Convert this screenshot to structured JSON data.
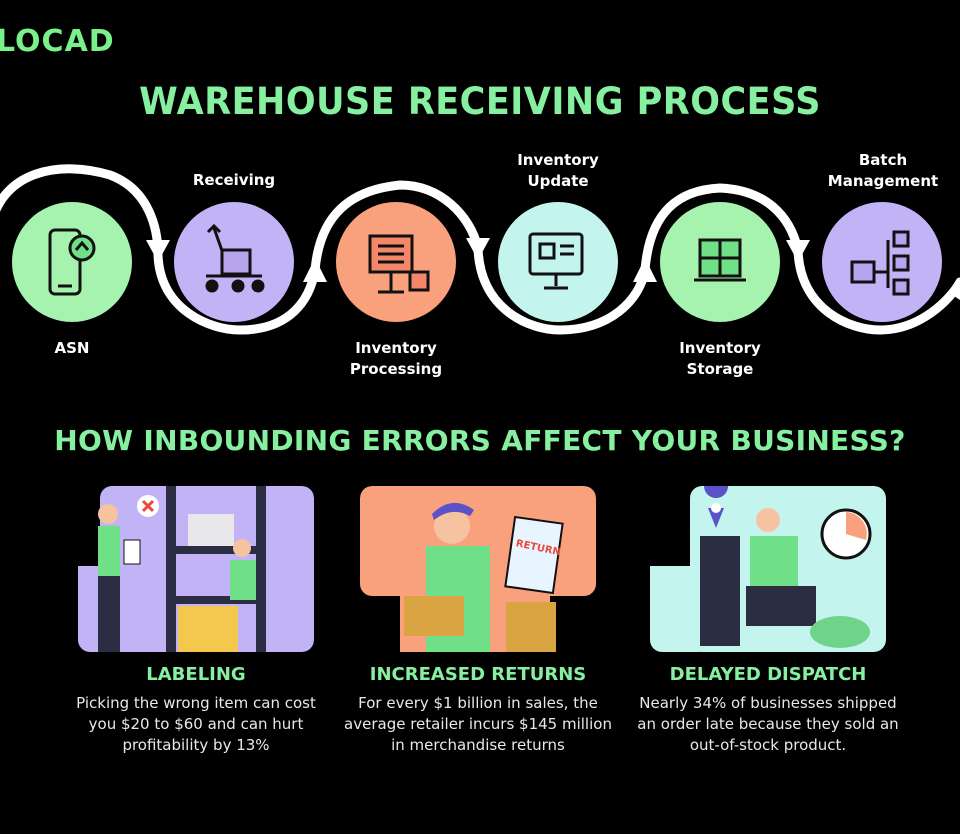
{
  "brand": {
    "logo": "LOCAD"
  },
  "header": {
    "title": "WAREHOUSE RECEIVING PROCESS"
  },
  "process": {
    "steps": [
      {
        "label": "ASN",
        "icon": "smartphone-icon",
        "color": "#a6f3b0"
      },
      {
        "label": "Receiving",
        "icon": "pallet-jack-icon",
        "color": "#c2b3f7"
      },
      {
        "label": "Inventory Processing",
        "icon": "computer-terminal-icon",
        "color": "#f9a07d"
      },
      {
        "label": "Inventory Update",
        "icon": "monitor-icon",
        "color": "#c3f5ee"
      },
      {
        "label": "Inventory Storage",
        "icon": "stacked-boxes-icon",
        "color": "#a6f3b0"
      },
      {
        "label": "Batch Management",
        "icon": "box-network-icon",
        "color": "#c2b3f7"
      }
    ]
  },
  "section": {
    "title": "HOW INBOUNDING ERRORS AFFECT YOUR BUSINESS?"
  },
  "cards": [
    {
      "title": "LABELING",
      "text": "Picking the wrong item can cost you $20 to $60 and can hurt profitability by 13%",
      "bg": "#c2b3f7"
    },
    {
      "title": "INCREASED RETURNS",
      "text": "For every $1 billion in sales, the average retailer incurs $145 million in merchandise returns",
      "bg": "#f9a07d",
      "stamp": "RETURN"
    },
    {
      "title": "DELAYED DISPATCH",
      "text": "Nearly 34% of businesses shipped an order late because they sold an out-of-stock product.",
      "bg": "#c3f5ee"
    }
  ]
}
